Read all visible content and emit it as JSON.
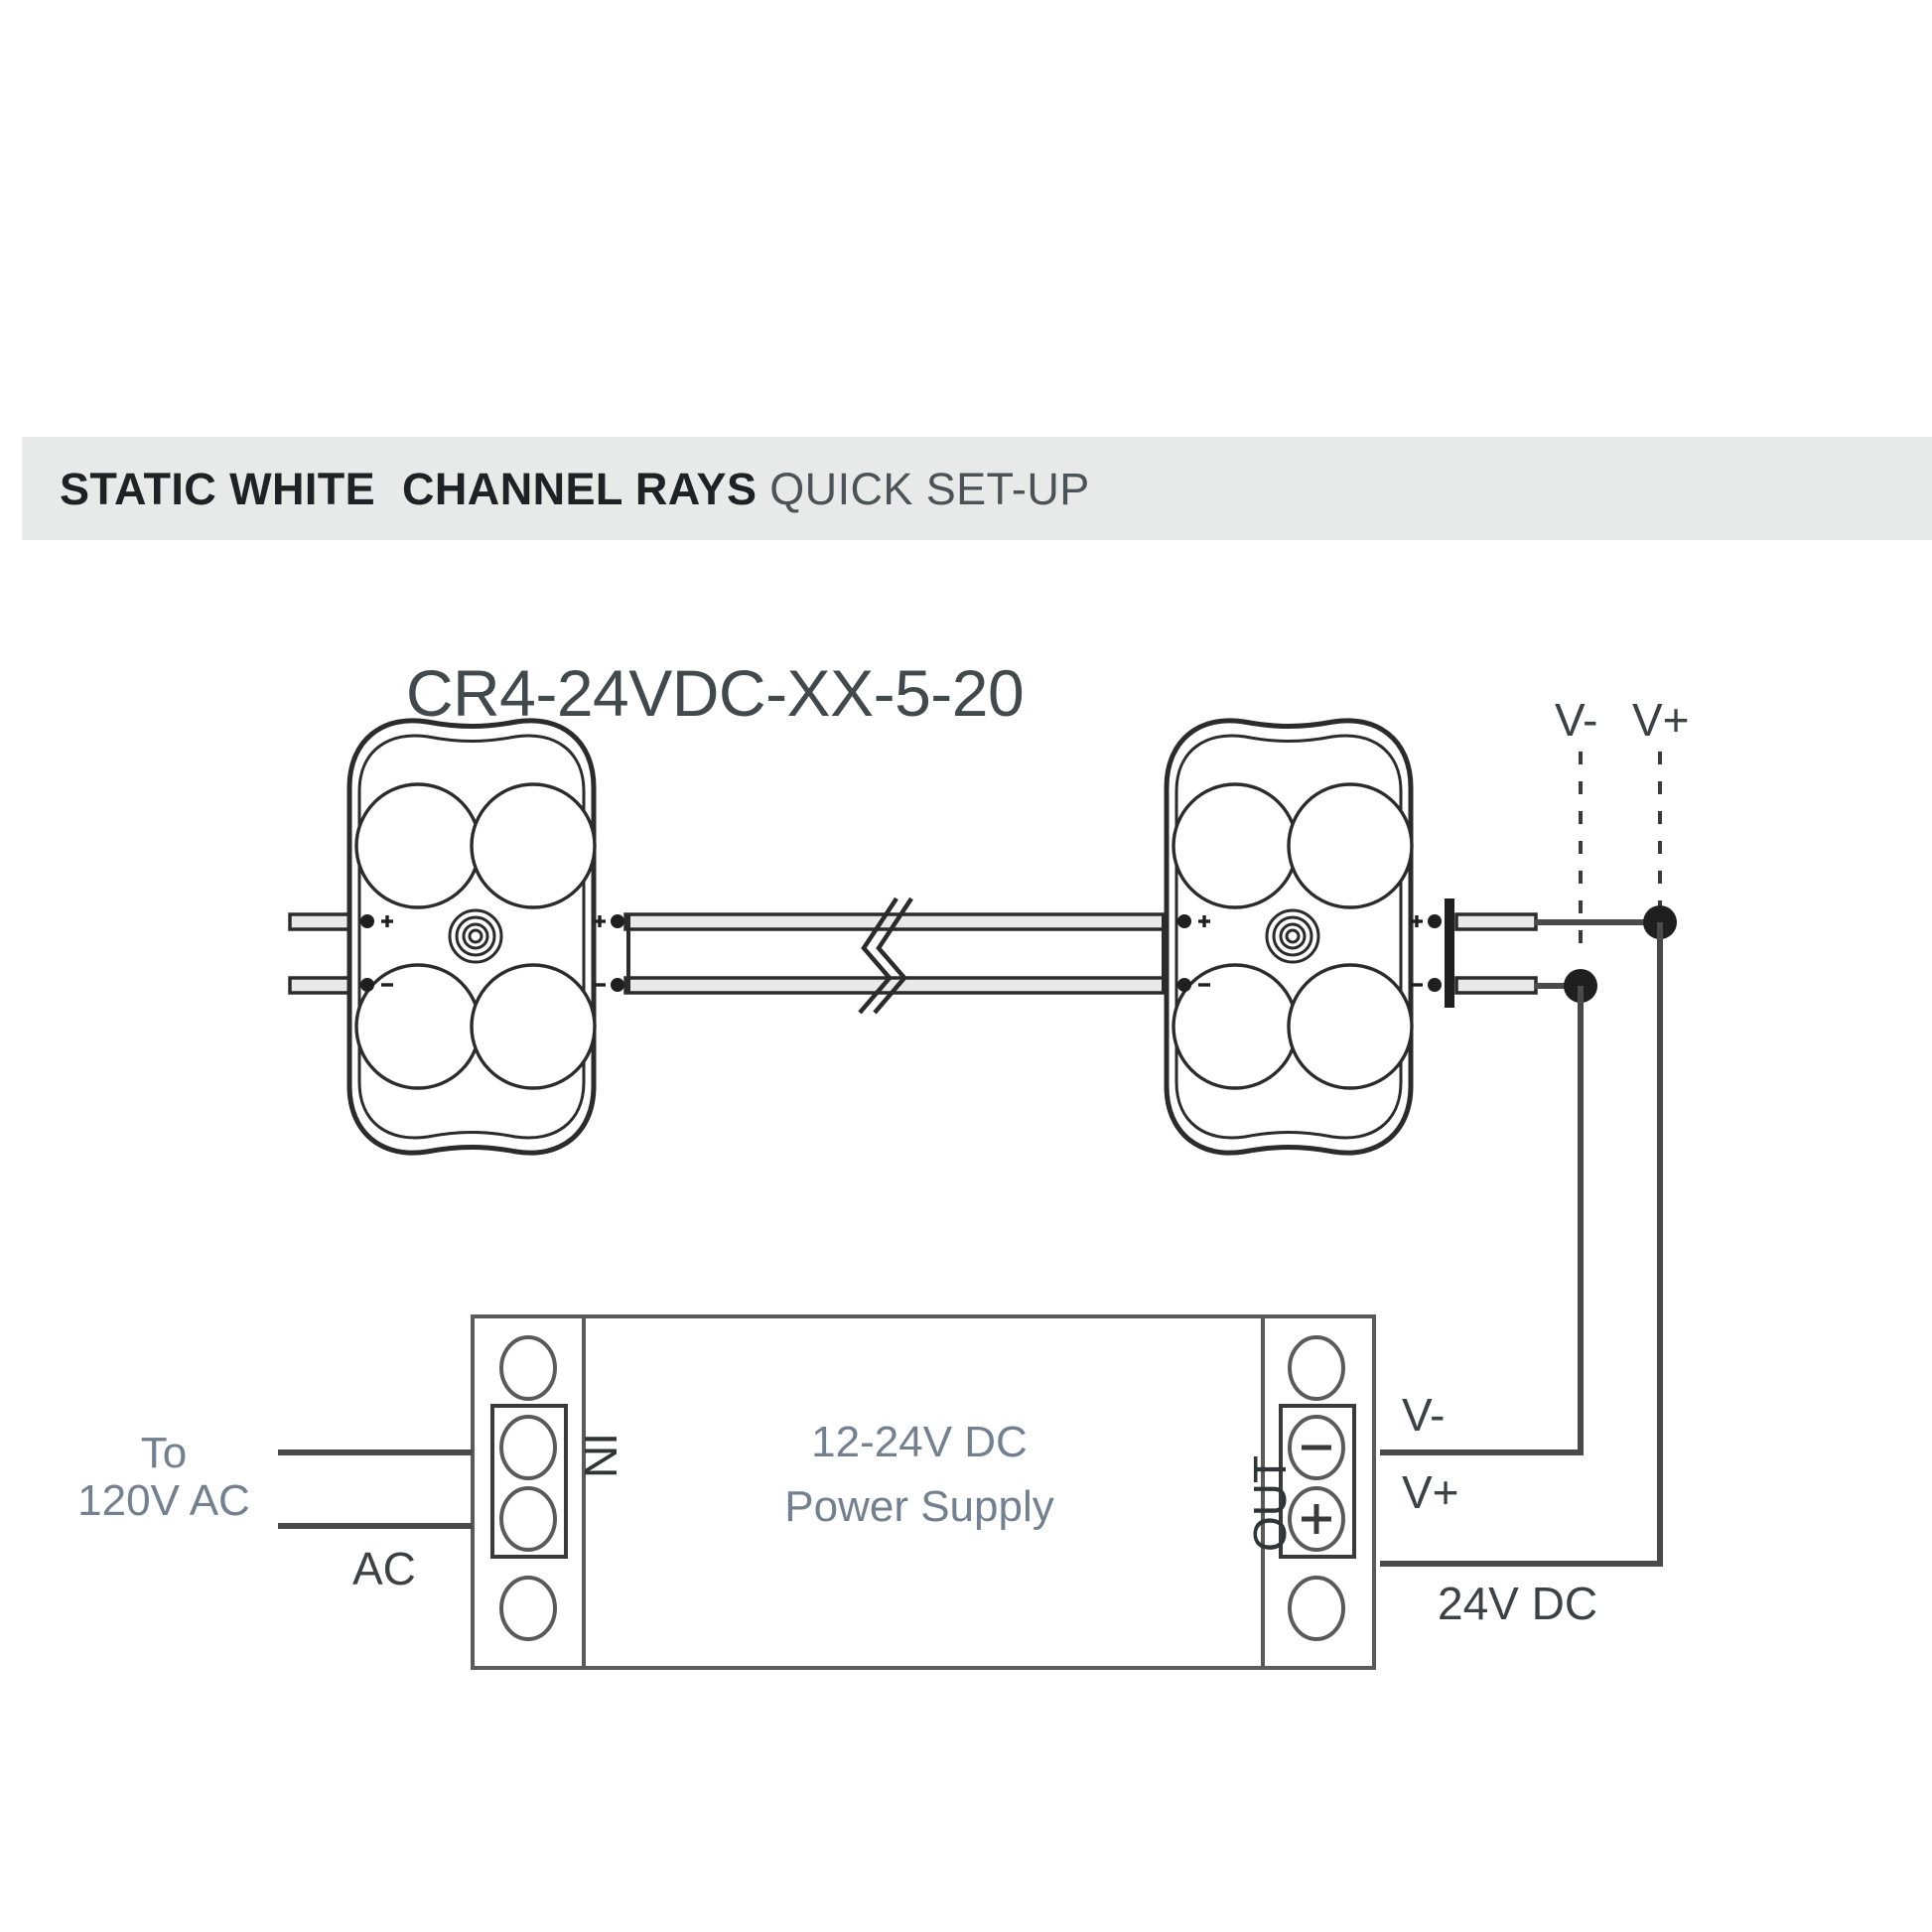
{
  "header": {
    "title_bold_1": "STATIC WHITE",
    "title_bold_2": "CHANNEL RAYS",
    "title_light": "QUICK SET-UP",
    "band_color": "#e8eaea",
    "bold_color": "#1e2224",
    "light_color": "#4c5356"
  },
  "product": {
    "model": "CR4-24VDC-XX-5-20"
  },
  "fixtures": {
    "left": {
      "name": "channel-ray-fixture",
      "lens_count": 4,
      "terminal_plus": "+",
      "terminal_minus": "-"
    },
    "right": {
      "name": "channel-ray-fixture",
      "lens_count": 4,
      "terminal_plus": "+",
      "terminal_minus": "-"
    }
  },
  "dc_labels": {
    "v_minus": "V-",
    "v_plus": "V+"
  },
  "power_supply": {
    "title_line1": "12-24V DC",
    "title_line2": "Power Supply",
    "in_label": "IN",
    "out_label": "OUT",
    "terminal_minus": "−",
    "terminal_plus": "+",
    "text_color": "#72808f"
  },
  "ac_side": {
    "source_line1": "To",
    "source_line2": "120V AC",
    "ac_label": "AC"
  },
  "dc_side": {
    "v_minus": "V-",
    "v_plus": "V+",
    "voltage": "24V  DC"
  }
}
